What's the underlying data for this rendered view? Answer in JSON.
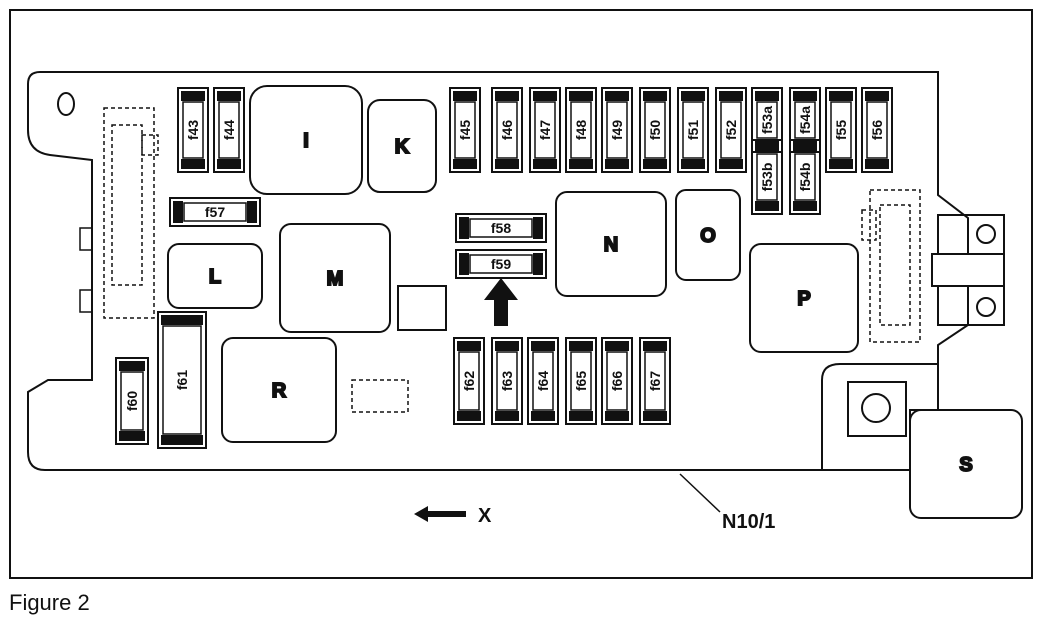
{
  "caption": "Figure 2",
  "component_label": "N10/1",
  "direction_label": "X",
  "relays": [
    "I",
    "K",
    "L",
    "M",
    "N",
    "O",
    "P",
    "R",
    "S"
  ],
  "fuses": {
    "top_left": [
      "f43",
      "f44"
    ],
    "top_row": [
      "f45",
      "f46",
      "f47",
      "f48",
      "f49",
      "f50",
      "f51",
      "f52",
      "f53a",
      "f54a",
      "f55",
      "f56"
    ],
    "lower_small": [
      "f53b",
      "f54b"
    ],
    "horizontal": [
      "f57",
      "f58",
      "f59"
    ],
    "bottom_row": [
      "f62",
      "f63",
      "f64",
      "f65",
      "f66",
      "f67"
    ],
    "left_side": [
      "f60",
      "f61"
    ]
  }
}
